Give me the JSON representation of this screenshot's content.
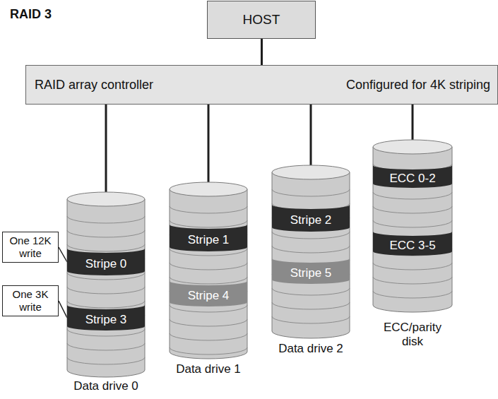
{
  "diagram": {
    "title": "RAID 3",
    "nodes": [
      {
        "text": [
          "HOST"
        ]
      },
      {
        "text": [
          "RAID array controller",
          "Configured for 4K striping"
        ]
      },
      {
        "text": [
          "Data drive 0"
        ]
      },
      {
        "text": [
          "Stripe 0"
        ],
        "in": 2
      },
      {
        "text": [
          "Stripe 3"
        ],
        "in": 2
      },
      {
        "text": [
          "Data drive 1"
        ]
      },
      {
        "text": [
          "Stripe 1"
        ],
        "in": 5
      },
      {
        "text": [
          "Stripe 4"
        ],
        "in": 5
      },
      {
        "text": [
          "Data drive 2"
        ]
      },
      {
        "text": [
          "Stripe 2"
        ],
        "in": 8
      },
      {
        "text": [
          "Stripe 5"
        ],
        "in": 8
      },
      {
        "text": [
          "ECC/parity disk"
        ]
      },
      {
        "text": [
          "ECC 0-2"
        ],
        "in": 11
      },
      {
        "text": [
          "ECC 3-5"
        ],
        "in": 11
      },
      {
        "text": [
          "One 12K write"
        ]
      },
      {
        "text": [
          "One 3K write"
        ]
      }
    ],
    "edges": [
      {
        "from": 0,
        "to": 1,
        "arrow": "none"
      },
      {
        "from": 1,
        "to": 2,
        "arrow": "none"
      },
      {
        "from": 1,
        "to": 5,
        "arrow": "none"
      },
      {
        "from": 1,
        "to": 8,
        "arrow": "none"
      },
      {
        "from": 1,
        "to": 11,
        "arrow": "none"
      },
      {
        "from": 14,
        "to": 3,
        "arrow": "none"
      },
      {
        "from": 15,
        "to": 4,
        "arrow": "none"
      }
    ]
  }
}
